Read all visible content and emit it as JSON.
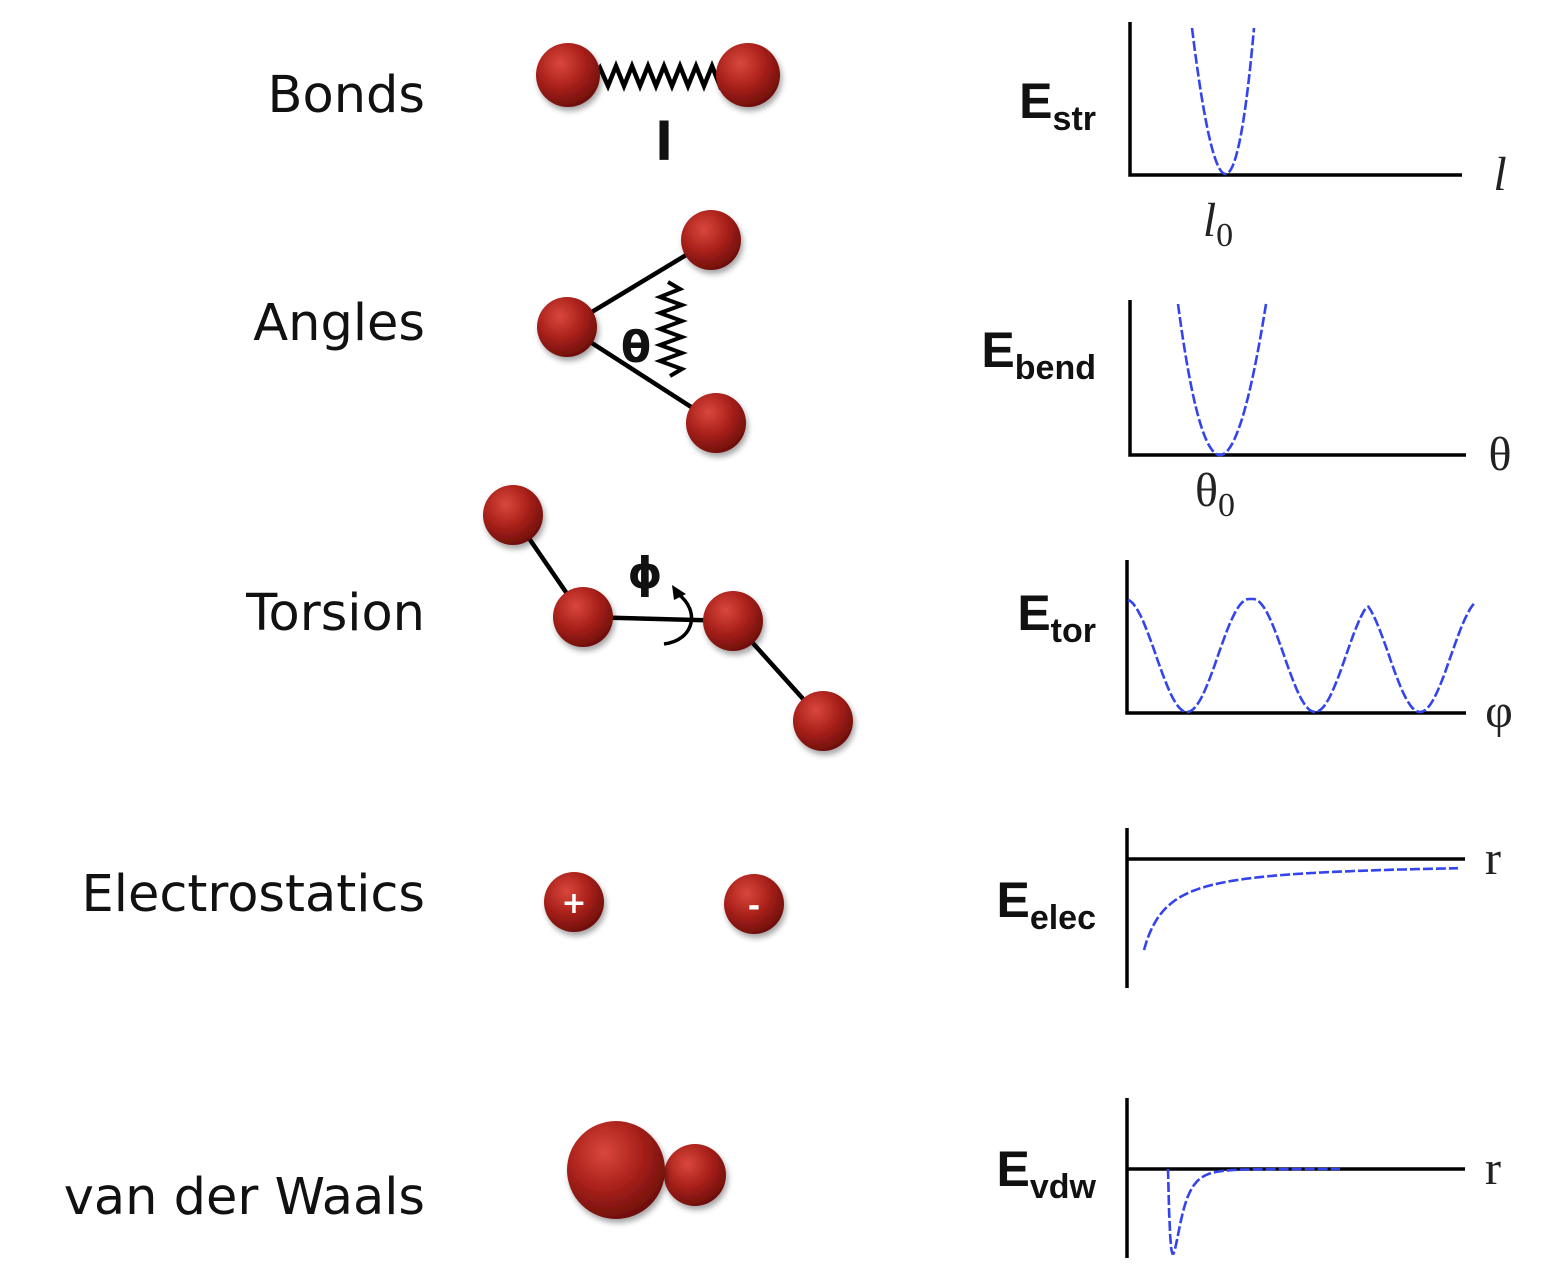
{
  "rows": [
    {
      "id": "bonds",
      "label": "Bonds",
      "symbol": "l",
      "energy": "E",
      "energy_sub": "str",
      "axis_var": "l",
      "axis_zero": "l",
      "axis_zero_sub": "0"
    },
    {
      "id": "angles",
      "label": "Angles",
      "symbol": "θ",
      "energy": "E",
      "energy_sub": "bend",
      "axis_var": "θ",
      "axis_zero": "θ",
      "axis_zero_sub": "0"
    },
    {
      "id": "torsion",
      "label": "Torsion",
      "symbol": "ϕ",
      "energy": "E",
      "energy_sub": "tor",
      "axis_var": "φ"
    },
    {
      "id": "electrostatics",
      "label": "Electrostatics",
      "plus": "+",
      "minus": "-",
      "energy": "E",
      "energy_sub": "elec",
      "axis_var": "r"
    },
    {
      "id": "vdw",
      "label": "van der Waals",
      "energy": "E",
      "energy_sub": "vdw",
      "axis_var": "r"
    }
  ],
  "colors": {
    "atom": "#a8201a",
    "curve": "#3344ee",
    "axis": "#000000"
  }
}
